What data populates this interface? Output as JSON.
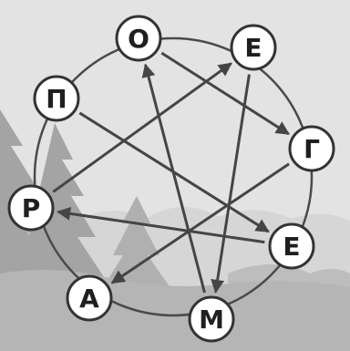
{
  "puzzle": {
    "nodes": [
      {
        "id": "o",
        "letter": "О"
      },
      {
        "id": "e1",
        "letter": "Е"
      },
      {
        "id": "g",
        "letter": "Г"
      },
      {
        "id": "e2",
        "letter": "Е"
      },
      {
        "id": "m",
        "letter": "М"
      },
      {
        "id": "a",
        "letter": "А"
      },
      {
        "id": "r",
        "letter": "Р"
      },
      {
        "id": "p",
        "letter": "П"
      }
    ],
    "arrows": [
      {
        "from": "p",
        "to": "e2"
      },
      {
        "from": "o",
        "to": "g"
      },
      {
        "from": "e1",
        "to": "m"
      },
      {
        "from": "e2",
        "to": "r"
      },
      {
        "from": "r",
        "to": "e1"
      },
      {
        "from": "m",
        "to": "o"
      },
      {
        "from": "g",
        "to": "a"
      }
    ]
  },
  "colors": {
    "ring": "#4a4a4a",
    "arrow": "#454545",
    "node_fill": "#ffffff",
    "node_stroke": "#333333",
    "sky": "#e3e3e3",
    "trees_far": "#d6d6d6",
    "trees_near": "#a4a4a4",
    "ground": "#b5b5b5"
  }
}
